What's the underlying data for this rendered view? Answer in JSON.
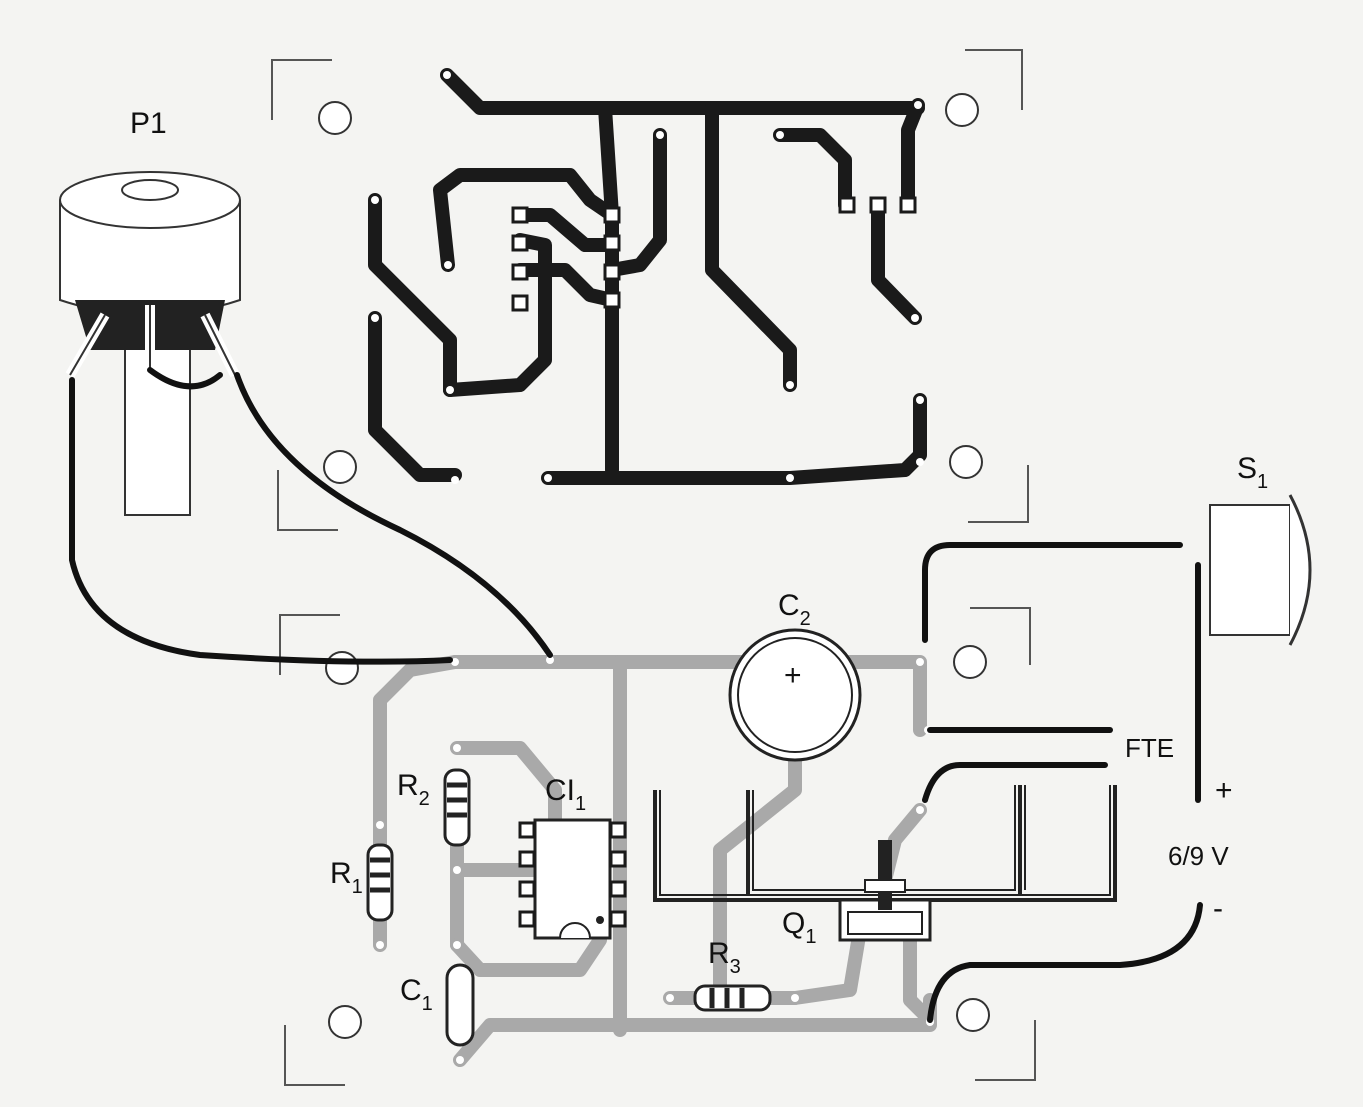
{
  "labels": {
    "p1": "P1",
    "s1": "S",
    "s1_sub": "1",
    "c2": "C",
    "c2_sub": "2",
    "c2_polarity": "+",
    "fte": "FTE",
    "plus": "+",
    "voltage": "6/9 V",
    "minus": "-",
    "r2": "R",
    "r2_sub": "2",
    "ci1": "CI",
    "ci1_sub": "1",
    "r1": "R",
    "r1_sub": "1",
    "q1": "Q",
    "q1_sub": "1",
    "r3": "R",
    "r3_sub": "3",
    "c1": "C",
    "c1_sub": "1"
  },
  "colors": {
    "copper_top": "#1a1a1a",
    "copper_bottom": "#a9a9a9"
  }
}
